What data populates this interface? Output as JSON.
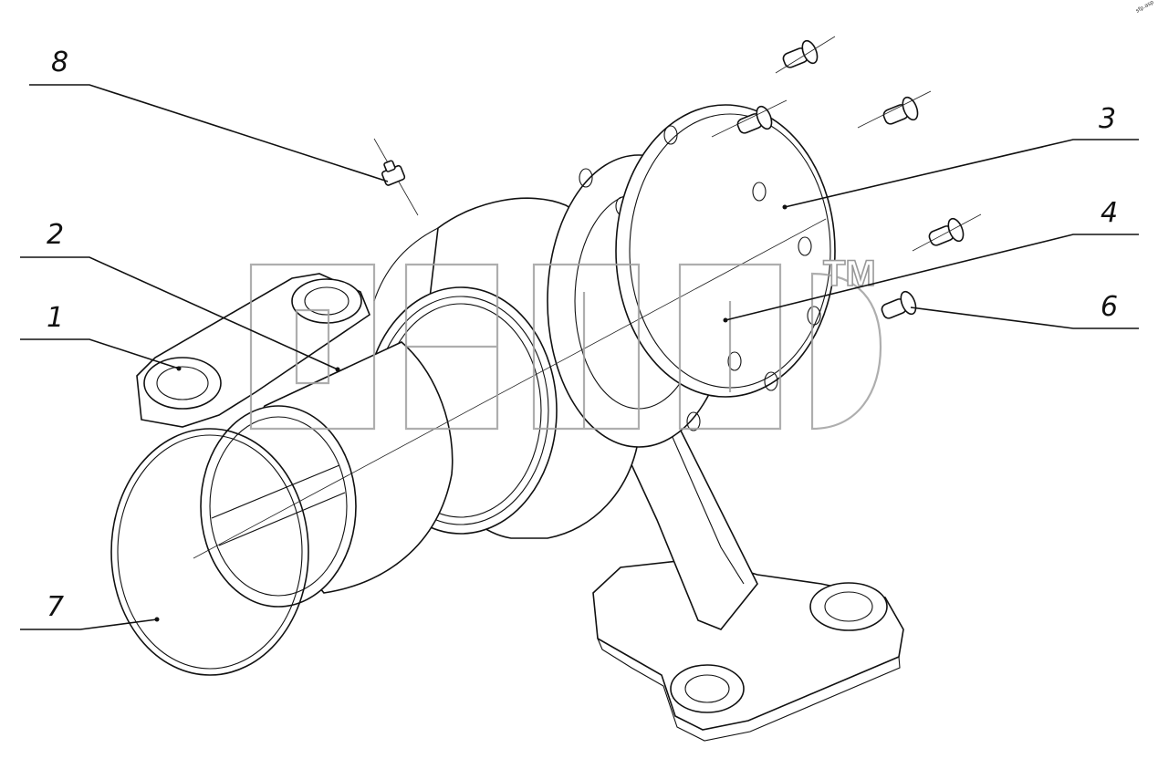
{
  "callouts": [
    {
      "id": "8",
      "text": "8"
    },
    {
      "id": "2",
      "text": "2"
    },
    {
      "id": "1",
      "text": "1"
    },
    {
      "id": "7",
      "text": "7"
    },
    {
      "id": "3",
      "text": "3"
    },
    {
      "id": "4",
      "text": "4"
    },
    {
      "id": "6",
      "text": "6"
    }
  ],
  "watermark": {
    "trademark": "TM"
  },
  "corner_mark": "sfp.asp",
  "colors": {
    "ink": "#111111",
    "watermark": "#a0a0a0",
    "background": "#ffffff"
  }
}
